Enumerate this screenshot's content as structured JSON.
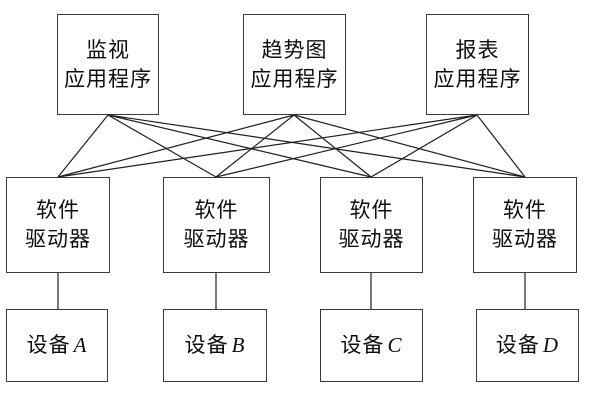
{
  "diagram": {
    "apps": [
      {
        "line1": "监视",
        "line2": "应用程序"
      },
      {
        "line1": "趋势图",
        "line2": "应用程序"
      },
      {
        "line1": "报表",
        "line2": "应用程序"
      }
    ],
    "drivers": [
      {
        "line1": "软件",
        "line2": "驱动器"
      },
      {
        "line1": "软件",
        "line2": "驱动器"
      },
      {
        "line1": "软件",
        "line2": "驱动器"
      },
      {
        "line1": "软件",
        "line2": "驱动器"
      }
    ],
    "devices": [
      {
        "label": "设备",
        "letter": "A"
      },
      {
        "label": "设备",
        "letter": "B"
      },
      {
        "label": "设备",
        "letter": "C"
      },
      {
        "label": "设备",
        "letter": "D"
      }
    ],
    "colors": {
      "background": "#ffffff",
      "border": "#3a3a3a",
      "line": "#1f1f1f",
      "text": "#0e0e0e"
    }
  }
}
